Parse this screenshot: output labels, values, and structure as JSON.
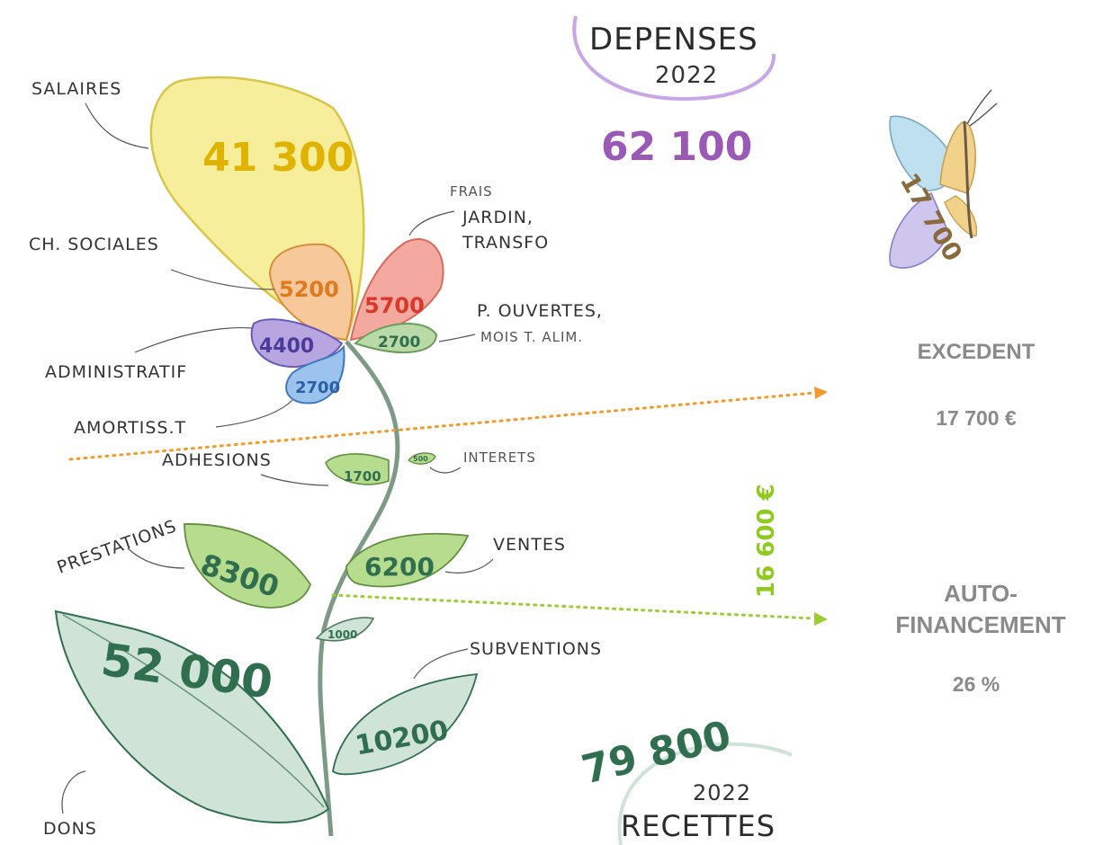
{
  "depenses": {
    "title": "DEPENSES",
    "year": "2022",
    "total": "62 100"
  },
  "recettes": {
    "title": "RECETTES",
    "year": "2022",
    "total": "79 800"
  },
  "expenses": [
    {
      "label": "SALAIRES",
      "value": "41 300"
    },
    {
      "label": "CH. SOCIALES",
      "value": "5200"
    },
    {
      "label_lines": [
        "FRAIS",
        "JARDIN,",
        "TRANSFO"
      ],
      "value": "5700"
    },
    {
      "label_lines": [
        "P. OUVERTES,",
        "MOIS T. ALIM."
      ],
      "value": "2700"
    },
    {
      "label": "ADMINISTRATIF",
      "value": "4400"
    },
    {
      "label": "AMORTISS.T",
      "value": "2700"
    }
  ],
  "revenues": [
    {
      "label": "ADHESIONS",
      "value": "1700"
    },
    {
      "label": "INTERETS",
      "value": "500"
    },
    {
      "label": "PRESTATIONS",
      "value": "8300"
    },
    {
      "label": "VENTES",
      "value": "6200"
    },
    {
      "label": "",
      "value": "1000"
    },
    {
      "label": "SUBVENTIONS",
      "value": "10200"
    },
    {
      "label": "DONS",
      "value": "52 000"
    }
  ],
  "butterfly_value": "17 700",
  "vertical_amount": "16 600 €",
  "excedent": {
    "title": "EXCEDENT",
    "value": "17 700 €"
  },
  "autofinancement": {
    "title_line1": "AUTO-",
    "title_line2": "FINANCEMENT",
    "value": "26 %"
  },
  "colors": {
    "salaires": "#f7ee9c",
    "ch_sociales": "#f6c89a",
    "frais": "#f4a9a0",
    "p_ouvertes": "#b9d9a6",
    "administratif": "#b8a6e0",
    "amortiss": "#9cc3ee",
    "leaf_light": "#b8dc8e",
    "leaf_dark": "#cfe3d6",
    "stem": "#7c9a86",
    "orange_arrow": "#f39a2a",
    "green_arrow": "#9acd32",
    "purple": "#9b59b6",
    "dark_green": "#2f6f4f",
    "gray_label": "#8a8a8a"
  }
}
